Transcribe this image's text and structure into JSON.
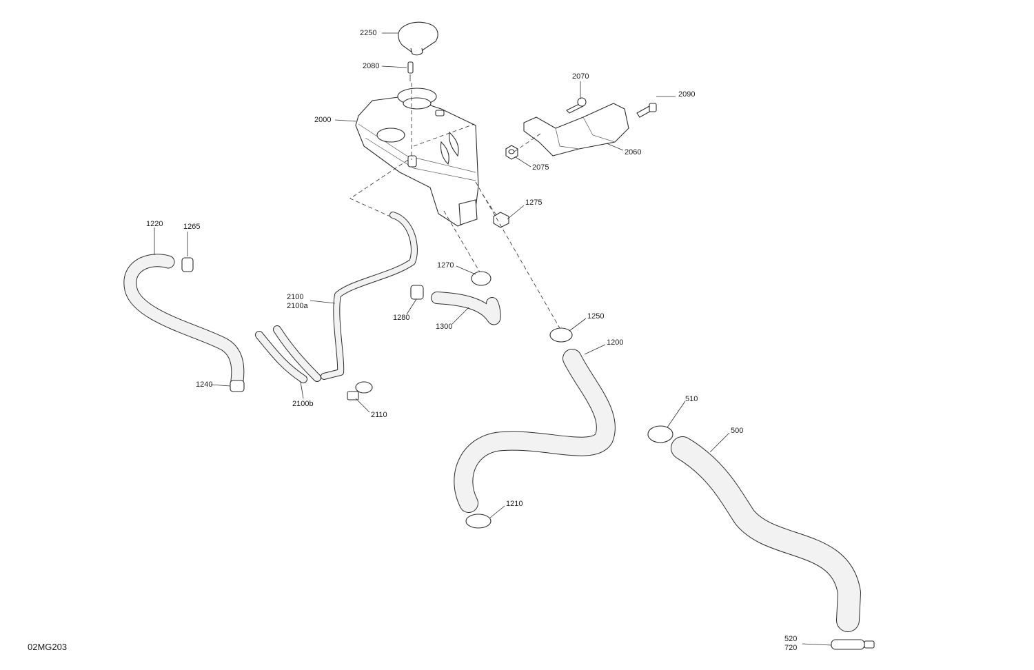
{
  "figure_id": "02MG203",
  "colors": {
    "line": "#2a2a2a",
    "hose_fill": "#f2f2f2",
    "hose_shade": "#dcdcdc"
  },
  "callouts": [
    {
      "id": "c2250",
      "lines": [
        "2250"
      ]
    },
    {
      "id": "c2080",
      "lines": [
        "2080"
      ]
    },
    {
      "id": "c2000",
      "lines": [
        "2000"
      ]
    },
    {
      "id": "c2070",
      "lines": [
        "2070"
      ]
    },
    {
      "id": "c2090",
      "lines": [
        "2090"
      ]
    },
    {
      "id": "c2060",
      "lines": [
        "2060"
      ]
    },
    {
      "id": "c2075",
      "lines": [
        "2075"
      ]
    },
    {
      "id": "c1275",
      "lines": [
        "1275"
      ]
    },
    {
      "id": "c1220",
      "lines": [
        "1220"
      ]
    },
    {
      "id": "c1265",
      "lines": [
        "1265"
      ]
    },
    {
      "id": "c1270",
      "lines": [
        "1270"
      ]
    },
    {
      "id": "c2100",
      "lines": [
        "2100",
        "2100a"
      ]
    },
    {
      "id": "c1280",
      "lines": [
        "1280"
      ]
    },
    {
      "id": "c1300",
      "lines": [
        "1300"
      ]
    },
    {
      "id": "c1250",
      "lines": [
        "1250"
      ]
    },
    {
      "id": "c1200",
      "lines": [
        "1200"
      ]
    },
    {
      "id": "c1240",
      "lines": [
        "1240"
      ]
    },
    {
      "id": "c2100b",
      "lines": [
        "2100b"
      ]
    },
    {
      "id": "c2110",
      "lines": [
        "2110"
      ]
    },
    {
      "id": "c510",
      "lines": [
        "510"
      ]
    },
    {
      "id": "c500",
      "lines": [
        "500"
      ]
    },
    {
      "id": "c1210",
      "lines": [
        "1210"
      ]
    },
    {
      "id": "c520",
      "lines": [
        "520",
        "720"
      ]
    }
  ]
}
